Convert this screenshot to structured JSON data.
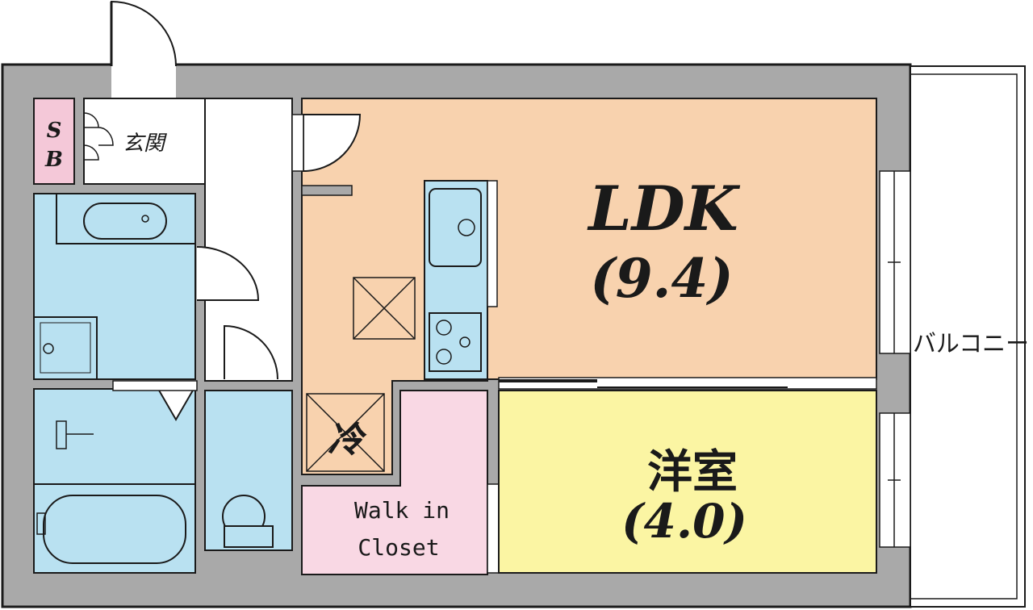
{
  "rooms": {
    "ldk": {
      "name": "LDK",
      "size": "(9.4)",
      "color": "#f8d2ae"
    },
    "western": {
      "name": "洋室",
      "size": "(4.0)",
      "color": "#fbf5a3"
    },
    "closet": {
      "name_line1": "Walk in",
      "name_line2": "Closet",
      "color": "#f9d8e4"
    },
    "storage": {
      "line1": "S",
      "line2": "B",
      "color": "#f4c8d8"
    },
    "entrance": {
      "name": "玄関"
    },
    "fridge": {
      "name": "冷"
    },
    "balcony": {
      "name": "バルコニー"
    },
    "wet_area_color": "#b9e1f1"
  },
  "colors": {
    "wall": "#a9a9a9",
    "line": "#1a1a1a",
    "floor": "#ffffff"
  }
}
